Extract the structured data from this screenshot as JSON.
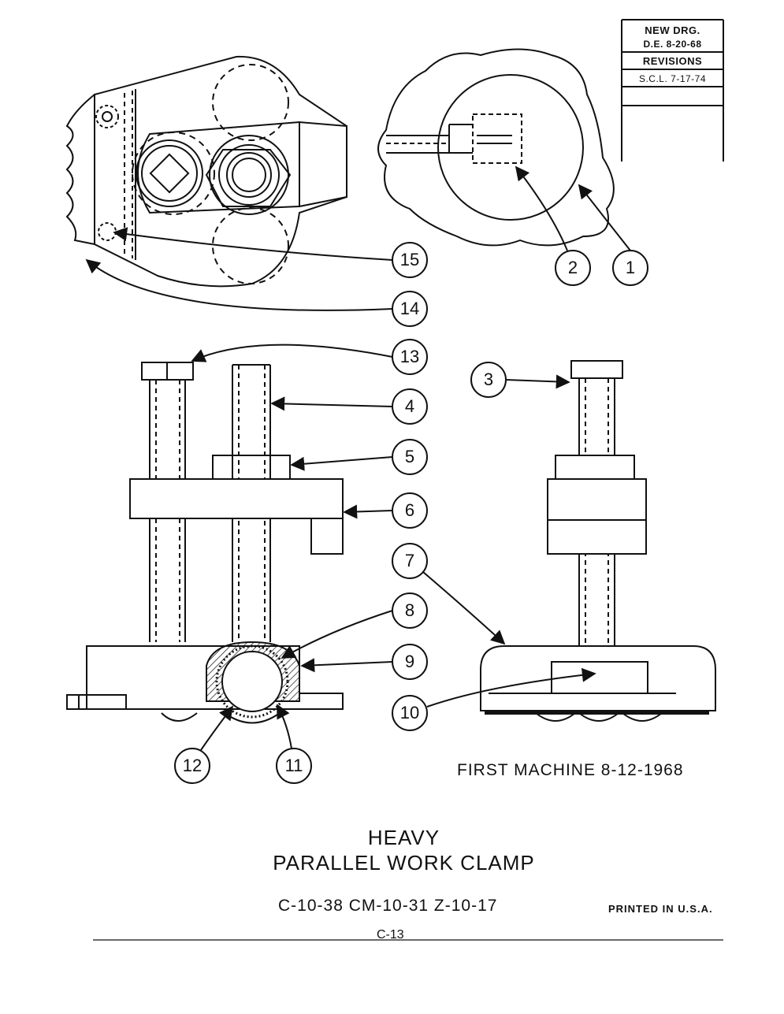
{
  "revision_block": {
    "new_drawing": "NEW DRG.",
    "new_drawing_date": "D.E. 8-20-68",
    "revisions_label": "REVISIONS",
    "revision_entry": "S.C.L.  7-17-74"
  },
  "callouts": [
    "15",
    "14",
    "13",
    "4",
    "5",
    "6",
    "7",
    "8",
    "9",
    "10",
    "12",
    "11",
    "3",
    "2",
    "1"
  ],
  "first_machine": "FIRST MACHINE 8-12-1968",
  "title": {
    "line1": "HEAVY",
    "line2": "PARALLEL WORK CLAMP"
  },
  "part_numbers": "C-10-38   CM-10-31  Z-10-17",
  "printed_in": "PRINTED IN U.S.A.",
  "page_number": "C-13",
  "colors": {
    "ink": "#111111",
    "paper": "#ffffff"
  }
}
